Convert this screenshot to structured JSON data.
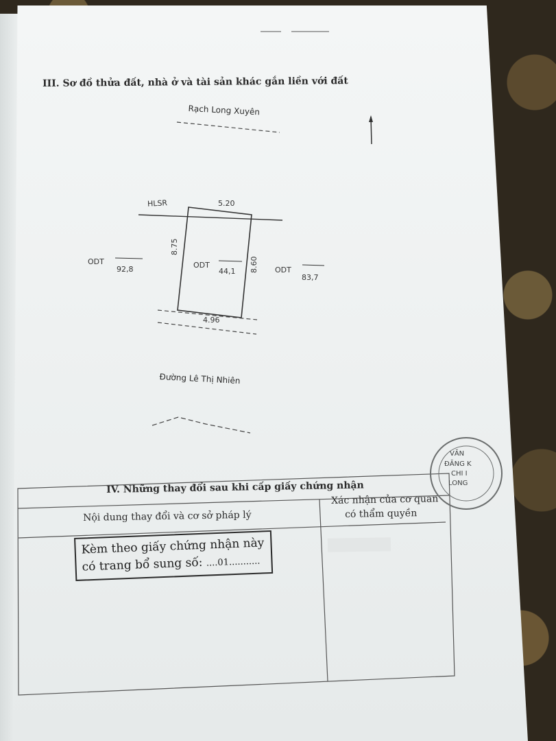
{
  "section3": {
    "title": "III. Sơ đồ thửa đất, nhà ở và tài sản khác gắn liền với đất"
  },
  "plan": {
    "north_label": "Rạch Long Xuyên",
    "south_label": "Đường Lê Thị Nhiên",
    "hlsr": "HLSR",
    "top_edge": "5.20",
    "left_edge": "8.75",
    "right_edge": "8.60",
    "bottom_edge": "4.96",
    "center_type": "ODT",
    "center_area": "44,1",
    "west_type": "ODT",
    "west_area": "92,8",
    "east_type": "ODT",
    "east_area": "83,7"
  },
  "section4": {
    "title": "IV. Những thay đổi sau khi cấp giấy chứng nhận",
    "col1_header": "Nội dung thay đổi và cơ sở pháp lý",
    "col2_header_line1": "Xác nhận của cơ quan",
    "col2_header_line2": "có thẩm quyền",
    "stamp_line1": "Kèm theo giấy chứng nhận này",
    "stamp_line2_prefix": "có trang bổ sung số: ",
    "stamp_line2_value": "....01..........."
  },
  "seal": {
    "lines": [
      "VĂN",
      "ĐĂNG K",
      "CHI I",
      "LONG"
    ]
  }
}
